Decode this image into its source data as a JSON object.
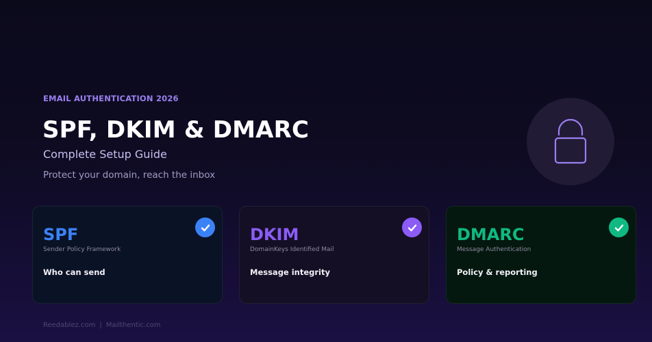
{
  "header": {
    "eyebrow": "EMAIL AUTHENTICATION 2026",
    "title": "SPF, DKIM & DMARC",
    "subtitle": "Complete Setup Guide",
    "tagline": "Protect your domain, reach the inbox",
    "icon": "lock-icon"
  },
  "cards": [
    {
      "name": "SPF",
      "full_name": "Sender Policy Framework",
      "description": "Who can send",
      "accent": "#3b82f6",
      "icon": "check-circle-icon"
    },
    {
      "name": "DKIM",
      "full_name": "DomainKeys Identified Mail",
      "description": "Message integrity",
      "accent": "#8b5cf6",
      "icon": "check-circle-icon"
    },
    {
      "name": "DMARC",
      "full_name": "Message Authentication",
      "description": "Policy & reporting",
      "accent": "#10b981",
      "icon": "check-circle-icon"
    }
  ],
  "footer": {
    "site1": "Reedablez.com",
    "separator": "|",
    "site2": "Mailthentic.com"
  },
  "colors": {
    "eyebrow": "#9b7ff0",
    "lock": "#9b7ff0",
    "background_top": "#0b0a1b",
    "background_bottom": "#1a1042"
  }
}
